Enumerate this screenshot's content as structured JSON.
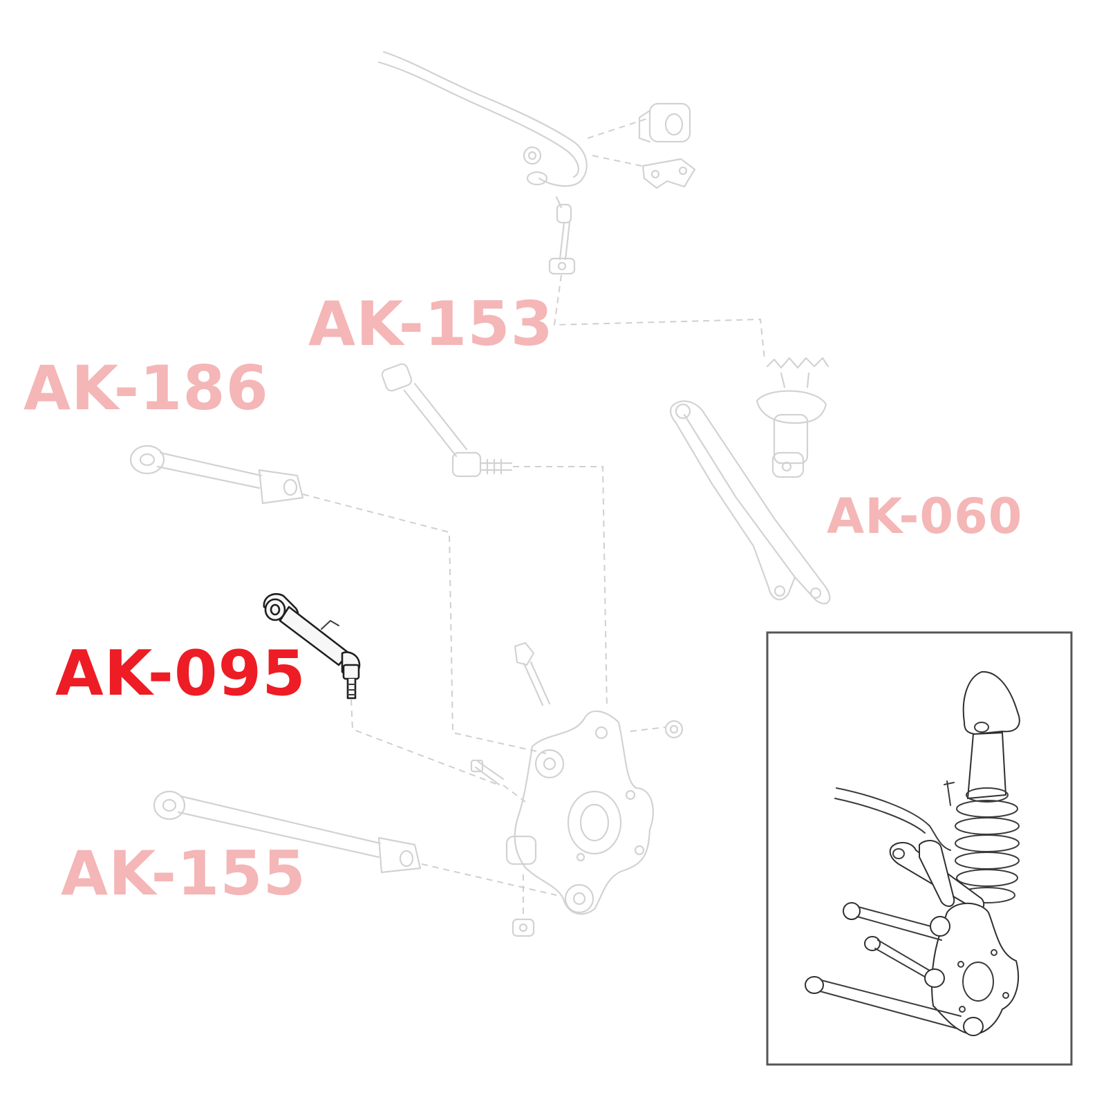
{
  "labels": {
    "ak153": "AK-153",
    "ak186": "AK-186",
    "ak060": "AK-060",
    "ak095": "AK-095",
    "ak155": "AK-155"
  },
  "colors": {
    "highlight": "#ee1c24",
    "faded": "#f4b6b6",
    "line": "#d2d2d2",
    "inset_border": "#555555"
  },
  "highlighted_part": "AK-095"
}
